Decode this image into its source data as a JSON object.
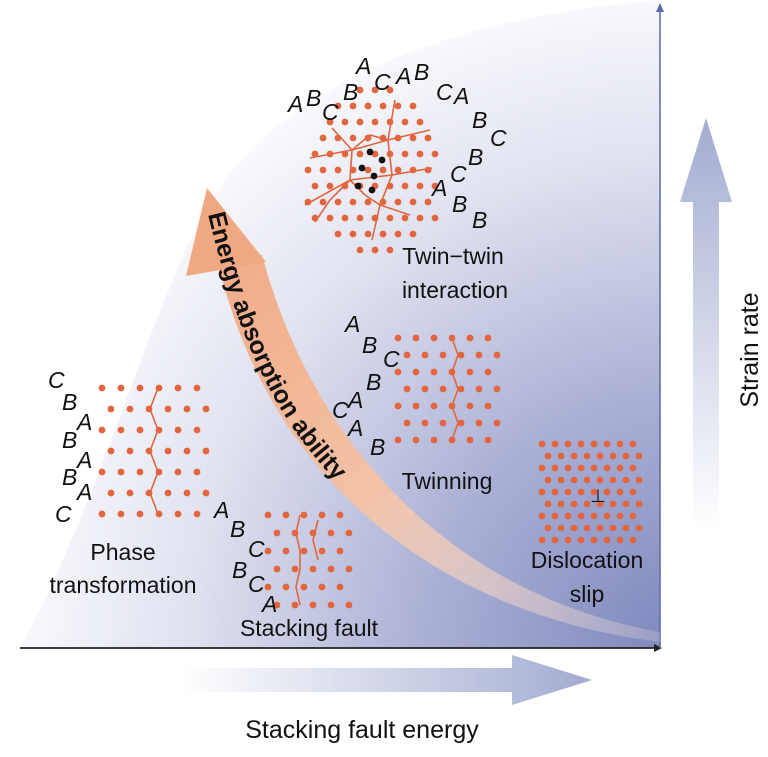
{
  "axes": {
    "x_label": "Stacking fault energy",
    "y_label": "Strain rate"
  },
  "arc_label": "Energy absorption ability",
  "mechanisms": {
    "phase_transformation": {
      "label_line1": "Phase",
      "label_line2": "transformation",
      "stacking": [
        "C",
        "B",
        "A",
        "B",
        "A",
        "B",
        "A",
        "C"
      ]
    },
    "stacking_fault": {
      "label": "Stacking fault",
      "stacking": [
        "A",
        "B",
        "C",
        "B",
        "C",
        "A"
      ]
    },
    "twinning": {
      "label": "Twinning",
      "stacking": [
        "A",
        "B",
        "C",
        "B",
        "A",
        "C",
        "A",
        "B"
      ]
    },
    "twin_twin": {
      "label_line1": "Twin−twin",
      "label_line2": "interaction",
      "stacking_top": [
        "A",
        "B",
        "C",
        "B",
        "A",
        "C",
        "A",
        "B",
        "C",
        "A",
        "B",
        "C"
      ],
      "stacking_right": [
        "B",
        "C",
        "A",
        "B"
      ]
    },
    "dislocation_slip": {
      "label_line1": "Dislocation",
      "label_line2": "slip",
      "symbol": "⊥"
    }
  },
  "colors": {
    "atom": "#e2653d",
    "boundary": "#e2653d",
    "arrow": "#a3acd1",
    "arc": "#f0a882",
    "gradient_dark": "#7e87bc",
    "defect_atom": "#111111"
  }
}
